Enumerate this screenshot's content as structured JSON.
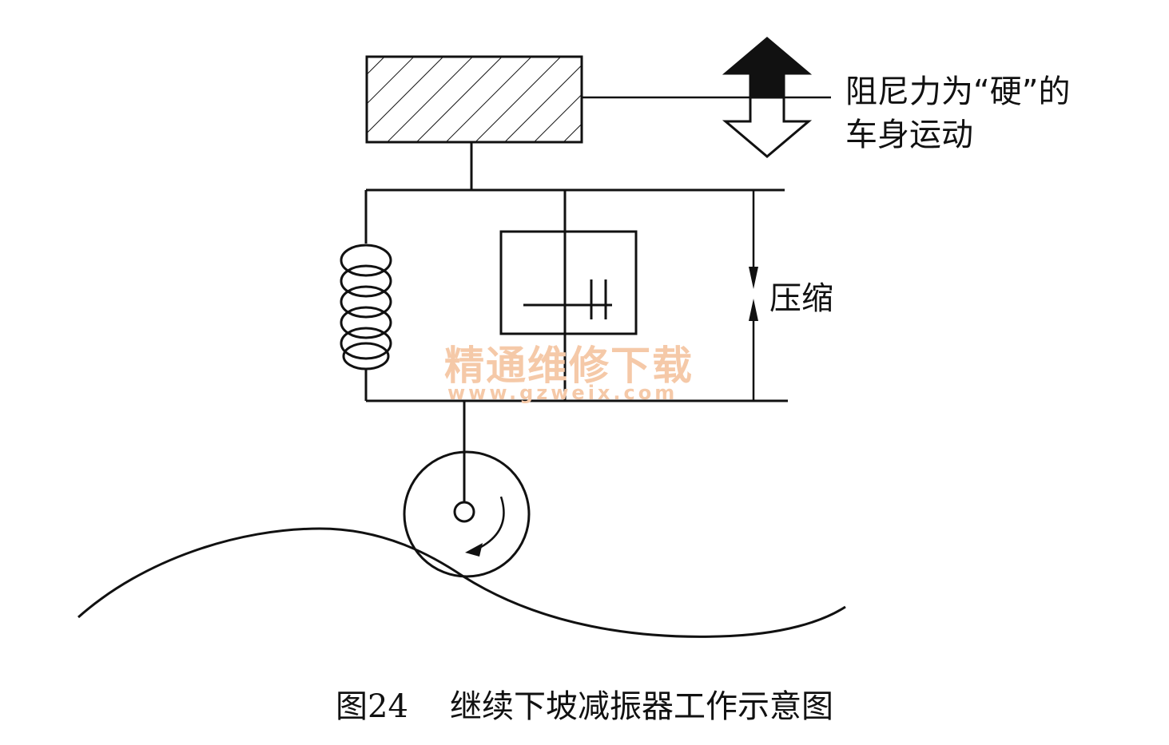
{
  "labels": {
    "force_line1": "阻尼力为“硬”的",
    "force_line2": "车身运动",
    "compression": "压缩"
  },
  "caption": {
    "figure_number": "图24",
    "title": "继续下坡减振器工作示意图"
  },
  "watermark": {
    "name": "精通维修下载",
    "url": "www.gzweix.com"
  },
  "colors": {
    "line": "#111111",
    "watermark": "#f5c9a8"
  }
}
